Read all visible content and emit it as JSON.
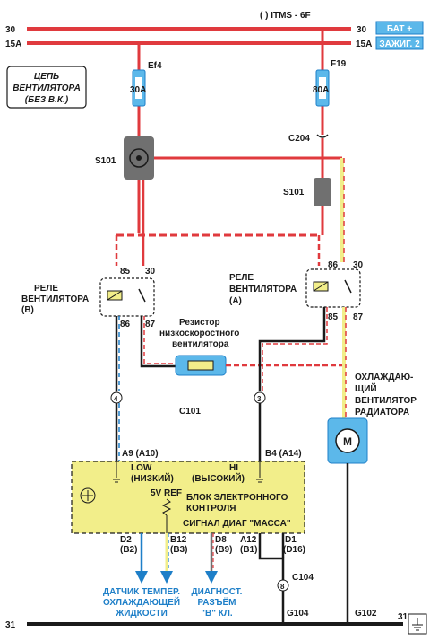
{
  "header": {
    "title": "(   )  ITMS - 6F"
  },
  "rails": {
    "top_left": "30",
    "top_right": "30",
    "second_left": "15A",
    "second_right": "15A",
    "bottom_left": "31",
    "bottom_right": "31"
  },
  "badges": {
    "bat": "БАТ +",
    "ign": "ЗАЖИГ. 2"
  },
  "circuit_box": {
    "line1": "ЦЕПЬ",
    "line2": "ВЕНТИЛЯТОРА",
    "line3": "(БЕЗ В.К.)"
  },
  "fuses": {
    "ef4": {
      "name": "Ef4",
      "rating": "30A"
    },
    "f19": {
      "name": "F19",
      "rating": "80A"
    }
  },
  "connectors": {
    "c204": "C204",
    "s101_left": "S101",
    "s101_right": "S101",
    "c101": "C101",
    "c104": "C104",
    "pin4": "4",
    "pin3": "3",
    "pin8": "8"
  },
  "relay_b": {
    "label1": "РЕЛЕ",
    "label2": "ВЕНТИЛЯТОРА",
    "label3": "(В)",
    "p85": "85",
    "p30": "30",
    "p86": "86",
    "p87": "87"
  },
  "relay_a": {
    "label1": "РЕЛЕ",
    "label2": "ВЕНТИЛЯТОРА",
    "label3": "(А)",
    "p86": "86",
    "p30": "30",
    "p85": "85",
    "p87": "87"
  },
  "resistor": {
    "line1": "Резистор",
    "line2": "низкоскоростного",
    "line3": "вентилятора"
  },
  "fan": {
    "line1": "ОХЛАЖДАЮ-",
    "line2": "ЩИЙ",
    "line3": "ВЕНТИЛЯТОР",
    "line4": "РАДИАТОРА",
    "symbol": "M"
  },
  "ecu": {
    "pin_a9": "A9 (A10)",
    "pin_b4": "B4 (A14)",
    "low": "LOW",
    "low_ru": "(НИЗКИЙ)",
    "hi": "HI",
    "hi_ru": "(ВЫСОКИЙ)",
    "title1": "БЛОК ЭЛЕКТРОННОГО",
    "title2": "КОНТРОЛЯ",
    "ref": "5V REF",
    "signal": "СИГНАЛ ДИАГ  \"МАССА\"",
    "d2": "D2",
    "d2b": "(B2)",
    "b12": "B12",
    "b12b": "(B3)",
    "d8": "D8",
    "d8b": "(B9)",
    "a12": "A12",
    "a12b": "(B1)",
    "d1": "D1",
    "d1b": "(D16)"
  },
  "outputs": {
    "temp1": "ДАТЧИК ТЕМПЕР.",
    "temp2": "ОХЛАЖДАЮЩЕЙ",
    "temp3": "ЖИДКОСТИ",
    "diag1": "ДИАГНОСТ.",
    "diag2": "РАЗЪЁМ",
    "diag3": "\"В\" КЛ."
  },
  "grounds": {
    "g104": "G104",
    "g102": "G102"
  },
  "colors": {
    "red": "#e03a3e",
    "black": "#1a1a1a",
    "blue": "#1e7fc8",
    "yellow": "#f2ee8a",
    "box_blue": "#5cb8ea",
    "gray": "#707070"
  }
}
